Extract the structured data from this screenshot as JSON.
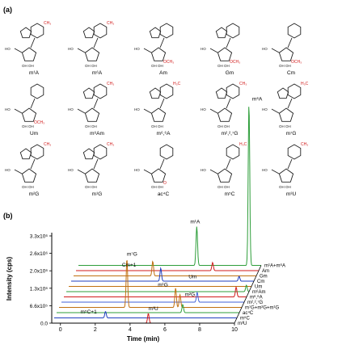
{
  "panel_a_label": "(a)",
  "panel_b_label": "(b)",
  "compounds_row1": [
    {
      "label": "m¹A",
      "group": "CH₃"
    },
    {
      "label": "m⁶A",
      "group": "CH₃"
    },
    {
      "label": "Am",
      "group": "OCH₃"
    },
    {
      "label": "Gm",
      "group": "OCH₃"
    },
    {
      "label": "Cm",
      "group": "OCH₃"
    }
  ],
  "compounds_row2": [
    {
      "label": "Um",
      "group": "OCH₃"
    },
    {
      "label": "m⁶Am",
      "group": "CH₃"
    },
    {
      "label": "m⁶,⁶A",
      "group": "H₃C"
    },
    {
      "label": "m²,²,⁷G",
      "group": "CH₃"
    },
    {
      "label": "m⁷G",
      "group": "H₃C"
    }
  ],
  "compounds_row3": [
    {
      "label": "m²G",
      "group": "CH₃"
    },
    {
      "label": "m¹G",
      "group": "CH₃"
    },
    {
      "label": "ac⁴C",
      "group": "O"
    },
    {
      "label": "m⁵C",
      "group": "H₃C"
    },
    {
      "label": "m³U",
      "group": "CH₃"
    }
  ],
  "chart_data": {
    "type": "line",
    "xlabel": "Time (min)",
    "ylabel": "Intensity (cps)",
    "xlim": [
      -0.5,
      10
    ],
    "x_ticks": [
      "0",
      "2",
      "4",
      "6",
      "8",
      "10"
    ],
    "y_ticks": [
      "0.0",
      "6.6x10⁵",
      "1.3x10⁶",
      "2.0x10⁶",
      "2.6x10⁶",
      "3.3x10⁶"
    ],
    "series": [
      {
        "name": "m³U",
        "color": "#d11a1a",
        "peaks": [
          {
            "x": 5.05,
            "h": 0.06
          }
        ],
        "label": "m³U"
      },
      {
        "name": "m⁵C",
        "color": "#1f3fbf",
        "peaks": [
          {
            "x": 2.45,
            "h": 0.04
          }
        ]
      },
      {
        "name": "ac⁴C",
        "color": "#2e9e3a",
        "peaks": [
          {
            "x": 6.75,
            "h": 0.05
          }
        ]
      },
      {
        "name": "m⁷G+m²G+m¹G",
        "color": "#c07010",
        "peaks": [
          {
            "x": 3.4,
            "h": 0.3
          },
          {
            "x": 6.2,
            "h": 0.12
          },
          {
            "x": 6.45,
            "h": 0.08
          }
        ]
      },
      {
        "name": "m²,²,⁷G",
        "color": "#4060d8",
        "peaks": [
          {
            "x": 7.3,
            "h": 0.06
          }
        ]
      },
      {
        "name": "m⁶,⁶A",
        "color": "#d11a1a",
        "peaks": [
          {
            "x": 9.4,
            "h": 0.06
          }
        ]
      },
      {
        "name": "m⁶Am",
        "color": "#2e9e3a",
        "peaks": [
          {
            "x": 9.85,
            "h": 0.04
          }
        ]
      },
      {
        "name": "Um",
        "color": "#c07010",
        "peaks": []
      },
      {
        "name": "Cm",
        "color": "#1f3fbf",
        "peaks": [
          {
            "x": 4.65,
            "h": 0.08
          },
          {
            "x": 9.15,
            "h": 0.03
          }
        ]
      },
      {
        "name": "Gm",
        "color": "#c07010",
        "peaks": [
          {
            "x": 4.05,
            "h": 0.09
          }
        ]
      },
      {
        "name": "Am",
        "color": "#d11a1a",
        "peaks": [
          {
            "x": 7.35,
            "h": 0.05
          }
        ]
      },
      {
        "name": "m¹A+m⁶A",
        "color": "#2e9e3a",
        "peaks": [
          {
            "x": 6.3,
            "h": 0.24
          },
          {
            "x": 9.3,
            "h": 1.0
          }
        ]
      }
    ],
    "labels": [
      {
        "text": "m⁶A"
      },
      {
        "text": "m¹A"
      },
      {
        "text": "Cm+1"
      },
      {
        "text": "Um"
      },
      {
        "text": "m⁷G"
      },
      {
        "text": "m¹G"
      },
      {
        "text": "m²G"
      },
      {
        "text": "m⁵C+1"
      },
      {
        "text": "m³U"
      }
    ]
  }
}
